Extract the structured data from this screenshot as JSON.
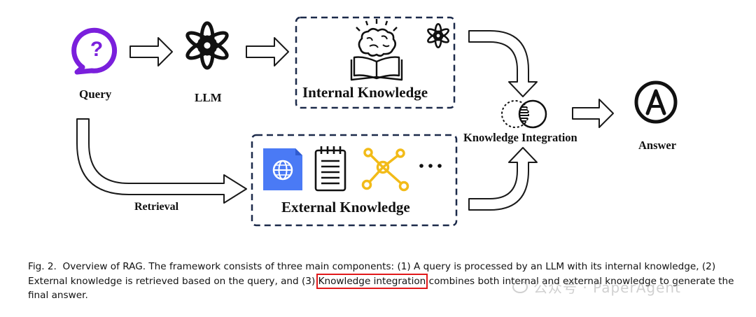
{
  "figure": {
    "labels": {
      "query": "Query",
      "llm": "LLM",
      "internal_knowledge": "Internal Knowledge",
      "external_knowledge": "External Knowledge",
      "knowledge_integration": "Knowledge Integration",
      "answer": "Answer",
      "retrieval": "Retrieval"
    },
    "icons": [
      "question-bubble-icon",
      "openai-logo-icon",
      "brain-book-icon",
      "globe-document-icon",
      "notepad-icon",
      "knowledge-graph-icon",
      "ellipsis-icon",
      "venn-integration-icon",
      "answer-a-icon"
    ],
    "colors": {
      "query_icon": "#7a1fdc",
      "doc_blue": "#4a7af5",
      "graph_yellow": "#f2bb18",
      "highlight_red": "#e0191b",
      "stroke": "#1a1a1a",
      "box_dash": "#1c2a4a"
    }
  },
  "caption": {
    "part1": "Fig. 2.  Overview of RAG. The framework consists of three main components: (1) A query is processed by an LLM with its internal knowledge, (2) External knowledge is retrieved based on the query, and (3) ",
    "highlight": "Knowledge integration",
    "part2": " combines both internal and external knowledge to generate the final answer."
  },
  "watermark": "公众号 · PaperAgent"
}
